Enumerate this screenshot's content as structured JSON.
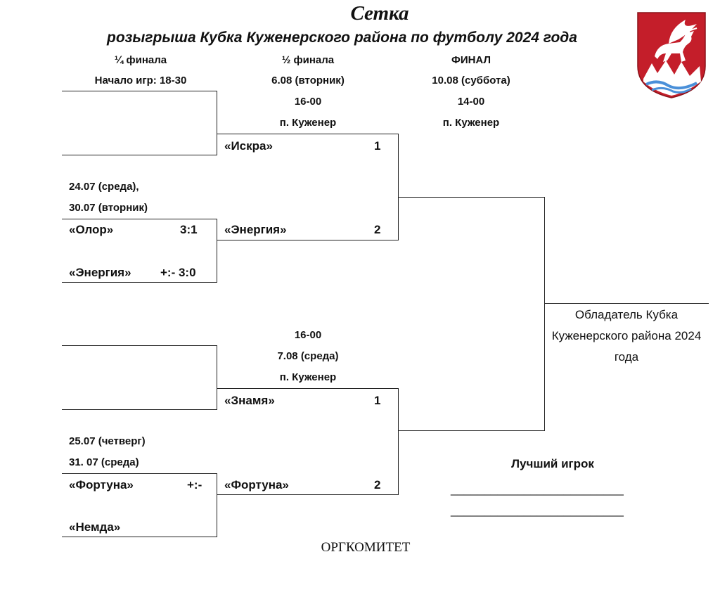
{
  "header": {
    "title": "Сетка",
    "subtitle": "розыгрыша Кубка Куженерского района по футболу 2024 года"
  },
  "rounds": {
    "quarter": {
      "label": "¼ финала",
      "info": "Начало игр: 18-30"
    },
    "semi": {
      "label": "½ финала",
      "date": "6.08 (вторник)",
      "time": "16-00",
      "place": "п. Куженер"
    },
    "final": {
      "label": "ФИНАЛ",
      "date": "10.08 (суббота)",
      "time": "14-00",
      "place": "п. Куженер"
    }
  },
  "semi_top": {
    "team1": "«Искра»",
    "seed1": "1",
    "team2": "«Энергия»",
    "seed2": "2"
  },
  "qf_top": {
    "date1": "24.07  (среда),",
    "date2": "30.07  (вторник)",
    "team1": "«Олор»",
    "score1": "3:1",
    "team2": "«Энергия»",
    "score2": "+:- 3:0"
  },
  "semi_bottom": {
    "time": "16-00",
    "date": "7.08 (среда)",
    "place": "п. Куженер",
    "team1": "«Знамя»",
    "seed1": "1",
    "team2": "«Фортуна»",
    "seed2": "2"
  },
  "qf_bottom": {
    "date1": "25.07  (четверг)",
    "date2": "31. 07  (среда)",
    "team1": "«Фортуна»",
    "score1": "+:-",
    "team2": "«Немда»"
  },
  "winner_text": "Обладатель Кубка Куженерского района 2024 года",
  "best_player": {
    "label": "Лучший игрок",
    "line1": "__________________________",
    "line2": "__________________________"
  },
  "footer": "ОРГКОМИТЕТ",
  "emblem": {
    "field_color": "#c41e2a",
    "horse_color": "#ffffff",
    "forest_color": "#ffffff",
    "water_color": "#4a90d9",
    "icon": "winged-horse-coat-of-arms-icon"
  }
}
